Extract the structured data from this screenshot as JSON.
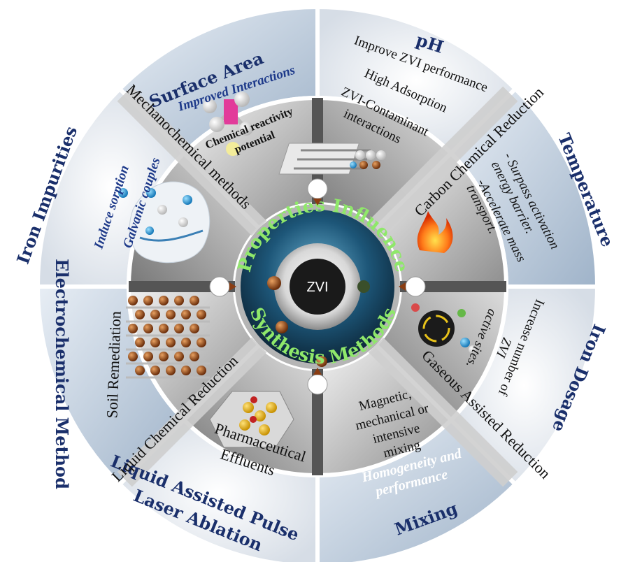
{
  "center": {
    "label": "ZVI"
  },
  "ring": {
    "top_text": "Properties Influence",
    "bottom_text": "Synthesis Methods"
  },
  "properties": {
    "surface_area": "Surface Area",
    "ph": "pH",
    "temperature": "Temperature",
    "iron_dosage": "Iron Dosage",
    "mixing": "Mixing",
    "liquid_assisted_pulse": "Liquid Assisted Pulse",
    "laser_ablation": "Laser Ablation",
    "electrochemical_method": "Electrochemical Method",
    "iron_impurities": "Iron Impurities"
  },
  "methods": {
    "mechanochemical": "Mechanochemical methods",
    "carbon_chemical_reduction": "Carbon  Chemical Reduction",
    "gaseous_assisted_reduction": "Gaseous Assisted  Reduction",
    "liquid_chemical_reduction": "Liquid Chemical Reduction"
  },
  "notes": {
    "improved_interactions": "Improved Interactions",
    "chemical_reactivity_1": "Chemical reactivity",
    "chemical_reactivity_2": "potential",
    "improve_zvi": "Improve  ZVI performance",
    "high_adsorption": "High Adsorption",
    "zvi_contaminant_1": "ZVI-Contaminant",
    "zvi_contaminant_2": "interactions",
    "surpass_activation": "- Surpass activation",
    "energy_barrier": "energy barrier.",
    "accelerate_mass": "-Accelerate mass",
    "transport": "transport.",
    "increase_number": "Increase number of",
    "zvi_word": "ZVI",
    "active_sites": "active sites.",
    "mixing_1": "Magnetic,",
    "mixing_2": "mechanical or",
    "mixing_3": "intensive",
    "mixing_4": "mixing",
    "homogeneity_1": "Homogeneity and",
    "homogeneity_2": "performance",
    "pharma_1": "Pharmaceutical",
    "pharma_2": "Effluents",
    "soil_remediation": "Soil Remediation",
    "induce_sorption": "Induce sorption",
    "galvanic_couples": "Galvanic couples"
  },
  "colors": {
    "outer_pale": "#dfe7f1",
    "outer_blue": "#b3c6db",
    "inner_dark": "#8f8f8f",
    "inner_light": "#c9c9c9",
    "divider": "#555555",
    "ring_dark": "#123a52",
    "ring_text": "#8fe86a",
    "property_text": "#1a2f6b"
  }
}
